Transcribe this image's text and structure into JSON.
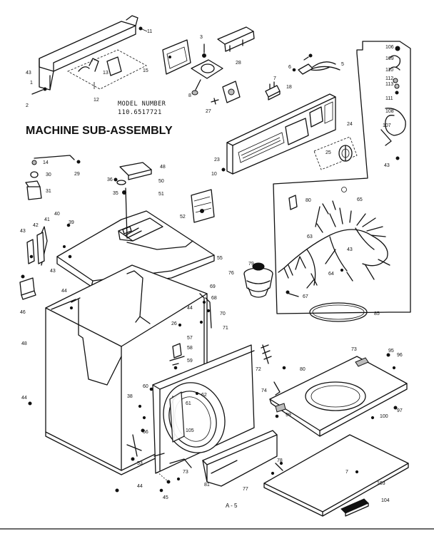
{
  "diagram": {
    "title": "MACHINE SUB-ASSEMBLY",
    "model_heading": "MODEL NUMBER",
    "model_number": "110.6517721",
    "sheet_label": "A - 5",
    "callouts": [
      {
        "id": "c11",
        "text": "11"
      },
      {
        "id": "c43a",
        "text": "43"
      },
      {
        "id": "c1",
        "text": "1"
      },
      {
        "id": "c2",
        "text": "2"
      },
      {
        "id": "c12",
        "text": "12"
      },
      {
        "id": "c13",
        "text": "13"
      },
      {
        "id": "c15",
        "text": "15"
      },
      {
        "id": "c3",
        "text": "3"
      },
      {
        "id": "c8",
        "text": "8"
      },
      {
        "id": "c27",
        "text": "27"
      },
      {
        "id": "c28",
        "text": "28"
      },
      {
        "id": "c5",
        "text": "5"
      },
      {
        "id": "c6",
        "text": "6"
      },
      {
        "id": "c7",
        "text": "7"
      },
      {
        "id": "c18",
        "text": "18"
      },
      {
        "id": "c23",
        "text": "23"
      },
      {
        "id": "c24",
        "text": "24"
      },
      {
        "id": "c25",
        "text": "25"
      },
      {
        "id": "c10",
        "text": "10"
      },
      {
        "id": "c106",
        "text": "106"
      },
      {
        "id": "c109",
        "text": "109"
      },
      {
        "id": "c110",
        "text": "110"
      },
      {
        "id": "c112",
        "text": "112"
      },
      {
        "id": "c113",
        "text": "113"
      },
      {
        "id": "c111",
        "text": "111"
      },
      {
        "id": "c108",
        "text": "108"
      },
      {
        "id": "c107",
        "text": "107"
      },
      {
        "id": "c43b",
        "text": "43"
      },
      {
        "id": "c14",
        "text": "14"
      },
      {
        "id": "c30",
        "text": "30"
      },
      {
        "id": "c31",
        "text": "31"
      },
      {
        "id": "c29",
        "text": "29"
      },
      {
        "id": "c36",
        "text": "36"
      },
      {
        "id": "c35",
        "text": "35"
      },
      {
        "id": "c48",
        "text": "48"
      },
      {
        "id": "c50",
        "text": "50"
      },
      {
        "id": "c51",
        "text": "51"
      },
      {
        "id": "c52",
        "text": "52"
      },
      {
        "id": "c80a",
        "text": "80"
      },
      {
        "id": "c65",
        "text": "65"
      },
      {
        "id": "c63",
        "text": "63"
      },
      {
        "id": "c43c",
        "text": "43"
      },
      {
        "id": "c64",
        "text": "64"
      },
      {
        "id": "c67",
        "text": "67"
      },
      {
        "id": "c85",
        "text": "85"
      },
      {
        "id": "c43d",
        "text": "43"
      },
      {
        "id": "c42",
        "text": "42"
      },
      {
        "id": "c41",
        "text": "41"
      },
      {
        "id": "c40",
        "text": "40"
      },
      {
        "id": "c39",
        "text": "39"
      },
      {
        "id": "c43e",
        "text": "43"
      },
      {
        "id": "c55",
        "text": "55"
      },
      {
        "id": "c76",
        "text": "76"
      },
      {
        "id": "c79",
        "text": "79"
      },
      {
        "id": "c44a",
        "text": "44"
      },
      {
        "id": "c46",
        "text": "46"
      },
      {
        "id": "c69",
        "text": "69"
      },
      {
        "id": "c68",
        "text": "68"
      },
      {
        "id": "c44b",
        "text": "44"
      },
      {
        "id": "c70",
        "text": "70"
      },
      {
        "id": "c26",
        "text": "26"
      },
      {
        "id": "c71",
        "text": "71"
      },
      {
        "id": "c48b",
        "text": "48"
      },
      {
        "id": "c57",
        "text": "57"
      },
      {
        "id": "c58",
        "text": "58"
      },
      {
        "id": "c59",
        "text": "59"
      },
      {
        "id": "c72",
        "text": "72"
      },
      {
        "id": "c73a",
        "text": "73"
      },
      {
        "id": "c95",
        "text": "95"
      },
      {
        "id": "c96",
        "text": "96"
      },
      {
        "id": "c80b",
        "text": "80"
      },
      {
        "id": "c60",
        "text": "60"
      },
      {
        "id": "c62",
        "text": "62"
      },
      {
        "id": "c44c",
        "text": "44"
      },
      {
        "id": "c38",
        "text": "38"
      },
      {
        "id": "c61",
        "text": "61"
      },
      {
        "id": "c105",
        "text": "105"
      },
      {
        "id": "c74",
        "text": "74"
      },
      {
        "id": "c99",
        "text": "99"
      },
      {
        "id": "c100",
        "text": "100"
      },
      {
        "id": "c97",
        "text": "97"
      },
      {
        "id": "c66",
        "text": "66"
      },
      {
        "id": "c53",
        "text": "53"
      },
      {
        "id": "c73b",
        "text": "73"
      },
      {
        "id": "c78",
        "text": "78"
      },
      {
        "id": "c44d",
        "text": "44"
      },
      {
        "id": "c45",
        "text": "45"
      },
      {
        "id": "c81",
        "text": "81"
      },
      {
        "id": "c77",
        "text": "77"
      },
      {
        "id": "c7b",
        "text": "7"
      },
      {
        "id": "c103",
        "text": "103"
      },
      {
        "id": "c104",
        "text": "104"
      }
    ]
  }
}
